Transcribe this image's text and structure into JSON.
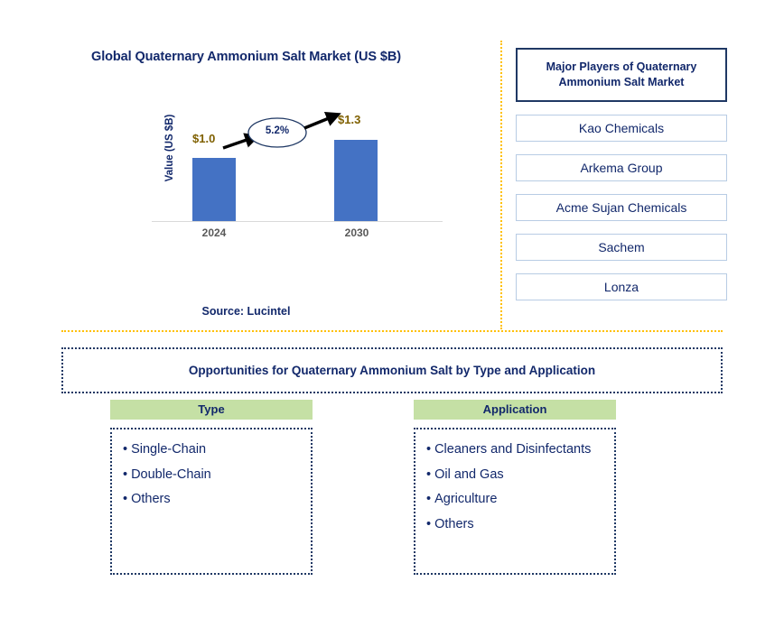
{
  "chart_panel": {
    "title": "Global Quaternary Ammonium Salt Market (US $B)",
    "y_axis_label": "Value (US $B)",
    "source": "Source: Lucintel"
  },
  "chart_data": {
    "type": "bar",
    "title": "Global Quaternary Ammonium Salt Market (US $B)",
    "xlabel": "",
    "ylabel": "Value (US $B)",
    "categories": [
      "2024",
      "2030"
    ],
    "values": [
      1.0,
      1.3
    ],
    "value_labels": [
      "$1.0",
      "$1.3"
    ],
    "ylim": [
      0,
      1.45
    ],
    "grid": false,
    "legend": "none",
    "bar_color": "#4472C4",
    "annotations": [
      {
        "text": "5.2%",
        "kind": "cagr-ellipse",
        "from_category": "2024",
        "to_category": "2030"
      }
    ]
  },
  "players": {
    "header": "Major Players of Quaternary Ammonium Salt Market",
    "items": [
      "Kao Chemicals",
      "Arkema Group",
      "Acme Sujan Chemicals",
      "Sachem",
      "Lonza"
    ]
  },
  "opportunities": {
    "banner": "Opportunities for Quaternary Ammonium Salt by Type and Application",
    "columns": [
      {
        "header": "Type",
        "items": [
          "Single-Chain",
          "Double-Chain",
          "Others"
        ]
      },
      {
        "header": "Application",
        "items": [
          "Cleaners and Disinfectants",
          "Oil and Gas",
          "Agriculture",
          "Others"
        ]
      }
    ]
  },
  "colors": {
    "navy": "#12286B",
    "bar_blue": "#4472C4",
    "value_label": "#7F6000",
    "divider_orange": "#FFC000",
    "green_header": "#C5E0A5",
    "tick_gray": "#595959"
  },
  "bullet_glyph": "•"
}
